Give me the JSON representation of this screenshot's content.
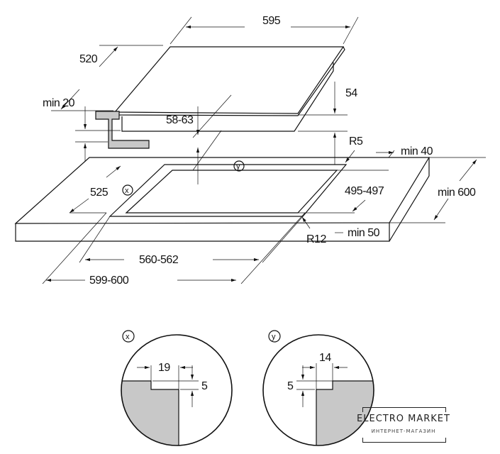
{
  "hob_dimensions": {
    "width": "595",
    "depth": "520",
    "height": "54",
    "min_clearance": "min 20",
    "cutout_depth_range": "58-63"
  },
  "worktop_dimensions": {
    "corner_radius_back": "R5",
    "min_back": "min 40",
    "min_depth": "min 600",
    "cutout_depth": "525",
    "cutout_depth_inner": "495-497",
    "corner_radius_front": "R12",
    "min_front": "min 50",
    "cutout_width_inner": "560-562",
    "cutout_width_outer": "599-600",
    "detail_marker_x": "x",
    "detail_marker_y": "y"
  },
  "detail_x": {
    "label": "x",
    "width": "19",
    "height": "5"
  },
  "detail_y": {
    "label": "y",
    "width": "14",
    "height": "5"
  },
  "watermark": {
    "title": "ELECTRO MARKET",
    "subtitle": "ИНТЕРНЕТ-МАГАЗИН"
  }
}
